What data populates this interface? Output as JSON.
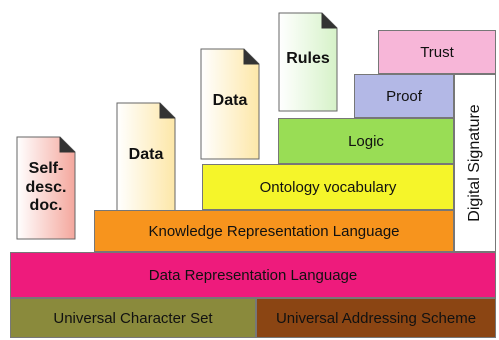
{
  "documents": [
    {
      "label": "Self-\ndesc.\ndoc.",
      "color": "#f4a79d",
      "icon": "document-icon"
    },
    {
      "label": "Data",
      "color": "#fde7a8",
      "icon": "document-icon"
    },
    {
      "label": "Data",
      "color": "#fde7a8",
      "icon": "document-icon"
    },
    {
      "label": "Rules",
      "color": "#d6f2c8",
      "icon": "document-icon"
    }
  ],
  "layers": {
    "universal_character_set": {
      "label": "Universal Character Set",
      "color": "#8a8a3c"
    },
    "universal_addressing_scheme": {
      "label": "Universal Addressing Scheme",
      "color": "#8b4513"
    },
    "data_representation_language": {
      "label": "Data Representation Language",
      "color": "#ee1b7c"
    },
    "knowledge_representation_language": {
      "label": "Knowledge Representation Language",
      "color": "#f7941d"
    },
    "ontology_vocabulary": {
      "label": "Ontology vocabulary",
      "color": "#f5f52a"
    },
    "logic": {
      "label": "Logic",
      "color": "#99dd55"
    },
    "proof": {
      "label": "Proof",
      "color": "#b3b8e6"
    },
    "trust": {
      "label": "Trust",
      "color": "#f7b6d8"
    }
  },
  "digital_signature": {
    "label": "Digital Signature"
  }
}
